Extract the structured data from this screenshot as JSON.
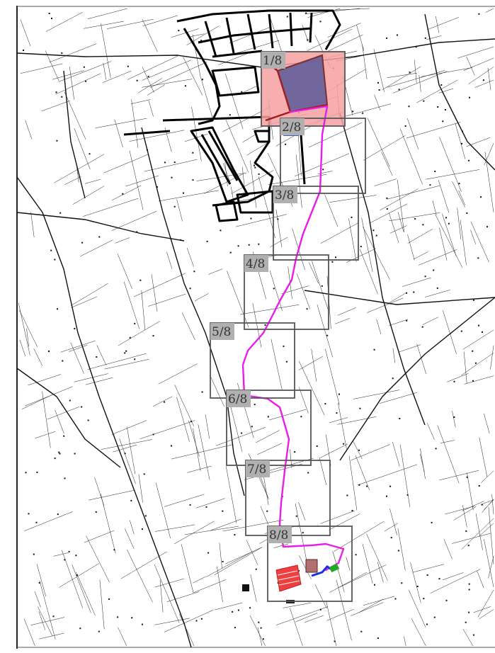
{
  "map": {
    "route_color": "#e81ee8",
    "highlight_fill": "#f4a0a0",
    "parcel_fill": "#5a5a9a",
    "sheets": [
      {
        "label": "1/8"
      },
      {
        "label": "2/8"
      },
      {
        "label": "3/8"
      },
      {
        "label": "4/8"
      },
      {
        "label": "5/8"
      },
      {
        "label": "6/8"
      },
      {
        "label": "7/8"
      },
      {
        "label": "8/8"
      }
    ]
  }
}
